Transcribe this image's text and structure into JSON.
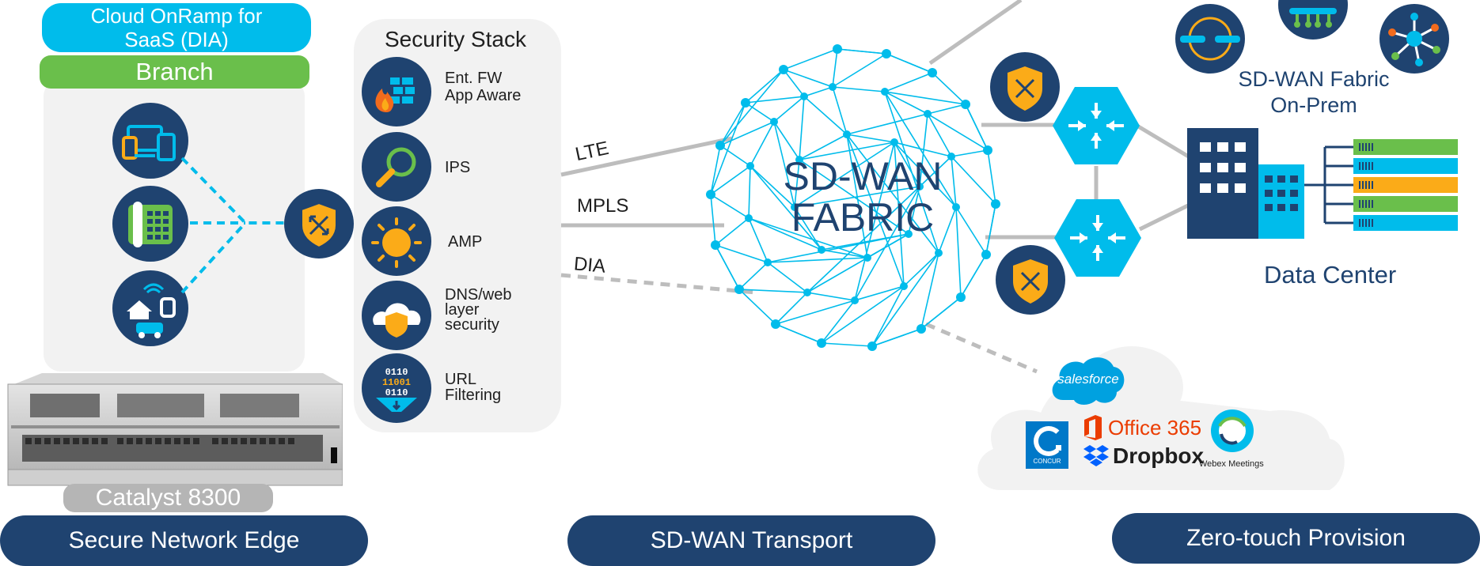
{
  "cloud_onramp": {
    "line1": "Cloud OnRamp for",
    "line2": "SaaS (DIA)"
  },
  "branch": {
    "title": "Branch"
  },
  "device": {
    "label": "Catalyst 8300"
  },
  "security_stack": {
    "title": "Security Stack",
    "items": [
      {
        "line1": "Ent. FW",
        "line2": "App Aware",
        "line3": ""
      },
      {
        "line1": "IPS",
        "line2": "",
        "line3": ""
      },
      {
        "line1": "AMP",
        "line2": "",
        "line3": ""
      },
      {
        "line1": "DNS/web",
        "line2": "layer",
        "line3": "security"
      },
      {
        "line1": "URL",
        "line2": "Filtering",
        "line3": ""
      }
    ]
  },
  "transport_links": {
    "lte": "LTE",
    "mpls": "MPLS",
    "dia": "DIA"
  },
  "fabric": {
    "line1": "SD-WAN",
    "line2": "FABRIC"
  },
  "onprem": {
    "line1": "SD-WAN Fabric",
    "line2": "On-Prem"
  },
  "data_center": {
    "label": "Data Center"
  },
  "saas_apps": {
    "salesforce": "salesforce",
    "concur": "CONCUR",
    "office365": "Office 365",
    "dropbox": "Dropbox",
    "webex": "Webex Meetings"
  },
  "footer": {
    "edge": "Secure Network Edge",
    "transport": "SD-WAN Transport",
    "ztp": "Zero-touch Provision"
  },
  "colors": {
    "navy": "#1f4370",
    "cyan": "#00bceb",
    "green": "#6abf4b",
    "orange": "#fbab18",
    "gray_panel": "#f2f2f2"
  }
}
